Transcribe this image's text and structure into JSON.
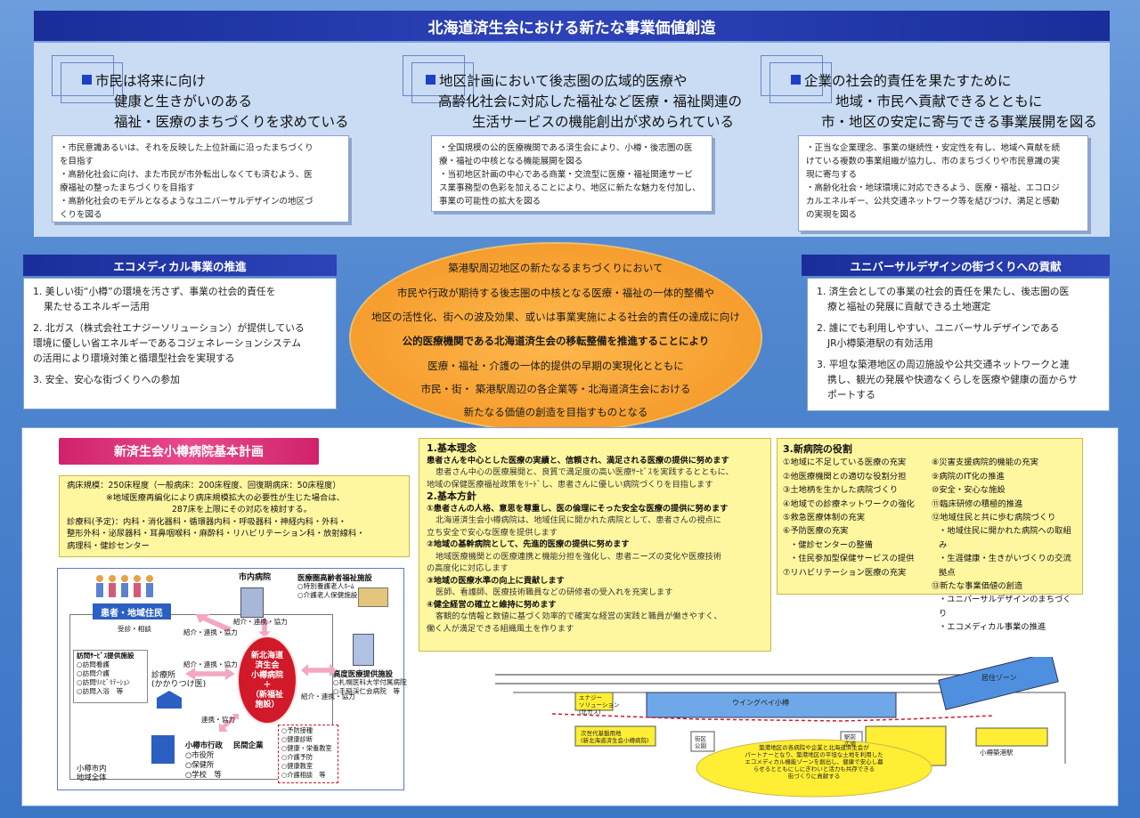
{
  "header": {
    "title": "北海道済生会における新たな事業価値創造"
  },
  "columns": [
    {
      "heading": [
        "市民は将来に向け",
        "健康と生きがいのある",
        "福祉・医療のまちづくりを求めている"
      ],
      "notes": [
        "・市民意識あるいは、それを反映した上位計画に沿ったまちづくり",
        "を目指す",
        "・高齢化社会に向け、また市民が市外転出しなくても済むよう、医",
        "療福祉の整ったまちづくりを目指す",
        "・高齢化社会のモデルとなるようなユニバーサルデザインの地区づ",
        "くりを図る"
      ]
    },
    {
      "heading": [
        "地区計画において後志圏の広域的医療や",
        "高齢化社会に対応した福祉など医療・福祉関連の",
        "生活サービスの機能創出が求められている"
      ],
      "notes": [
        "・全国規模の公的医療機関である済生会により、小樽・後志圏の医",
        "療・福祉の中核となる機能展開を図る",
        "・当初地区計画の中心である商業・交流型に医療・福祉関連サービ",
        "ス業事務型の色彩を加えることにより、地区に新たな魅力を付加し、",
        "事業の可能性の拡大を図る"
      ]
    },
    {
      "heading": [
        "企業の社会的責任を果たすために",
        "地域・市民へ貢献できるとともに",
        "市・地区の安定に寄与できる事業展開を図る"
      ],
      "notes": [
        "・正当な企業理念、事業の継続性・安定性を有し、地域へ貢献を続",
        "けている複数の事業組織が協力し、市のまちづくりや市民意識の実",
        "現に寄与する",
        "・高齢化社会・地球環境に対応できるよう、医療・福祉、エコロジ",
        "カルエネルギー、公共交通ネットワーク等を結びつけ、満足と感動",
        "の実現を図る"
      ]
    }
  ],
  "left_section": {
    "title": "エコメディカル事業の推進",
    "items": [
      [
        "1. 美しい街“小樽”の環境を汚さず、事業の社会的責任を",
        "果たせるエネルギー活用"
      ],
      [
        "2. 北ガス（株式会社エナジーソリューション）が提供している",
        "環境に優しい省エネルギーであるコジェネレーションシステム",
        "の活用により環境対策と循環型社会を実現する"
      ],
      [
        "3. 安全、安心な街づくりへの参加"
      ]
    ]
  },
  "right_section": {
    "title": "ユニバーサルデザインの街づくりへの貢献",
    "items": [
      [
        "1. 済生会としての事業の社会的責任を果たし、後志圏の医",
        "療と福祉の発展に貢献できる土地選定"
      ],
      [
        "2. 誰にでも利用しやすい、ユニバーサルデザインである",
        "JR小樽築港駅の有効活用"
      ],
      [
        "3. 平坦な築港地区の周辺施設や公共交通ネットワークと連",
        "携し、観光の発展や快適なくらしを医療や健康の面からサ",
        "ポートする"
      ]
    ]
  },
  "center": {
    "lines": [
      "築港駅周辺地区の新たなるまちづくりにおいて",
      "市民や行政が期待する後志圏の中核となる医療・福祉の一体的整備や",
      "地区の活性化、街への波及効果、或いは事業実施による社会的責任の達成に向け",
      "公的医療機関である北海道済生会の移転整備を推進することにより",
      "医療・福祉・介護の一体的提供の早期の実現化とともに",
      "市民・街・ 築港駅周辺の各企業等・北海道済生会における",
      "新たなる価値の創造を目指すものとなる"
    ]
  },
  "plan": {
    "title": "新済生会小樽病院基本計画",
    "beds": [
      "病床規模：250床程度（一般病床：200床程度、回復期病床：50床程度）",
      "※地域医療再編化により病床規模拡大の必要性が生じた場合は、",
      "287床を上限にその対応を検討する。",
      "診療科(予定)：内科・消化器科・循環器内科・呼吸器科・神経内科・外科・",
      "整形外科・泌尿器科・耳鼻咽喉科・麻酔科・リハビリテーション科・放射線科・",
      "病理科・健診センター"
    ]
  },
  "principles": {
    "h1": "1.基本理念",
    "p1": "患者さんを中心とした医療の実績と、信頼され、満足される医療の提供に努めます",
    "p1a": [
      "患者さん中心の医療展開と、良質で満足度の高い医療ｻｰﾋﾞｽを実践するとともに、",
      "地域の保健医療福祉政策をﾘｰﾄﾞし、患者さんに優しい病院づくりを目指します"
    ],
    "h2": "2.基本方針",
    "items": [
      {
        "t": "①患者さんの人格、意思を尊重し、医の倫理にそった安全な医療の提供に努めます",
        "d": [
          "北海道済生会小樽病院は、地域住民に開かれた病院として、患者さんの視点に",
          "立ち安全で安心な医療を提供します"
        ]
      },
      {
        "t": "②地域の基幹病院として、先進的医療の提供に努めます",
        "d": [
          "地域医療機関との医療連携と機能分担を強化し、患者ニーズの変化や医療技術",
          "の高度化に対応します"
        ]
      },
      {
        "t": "③地域の医療水準の向上に貢献します",
        "d": [
          "医師、看護師、医療技術職員などの研修者の受入れを充実します"
        ]
      },
      {
        "t": "④健全経営の確立と維持に努めます",
        "d": [
          "客観的な情報と数値に基づく効率的で確実な経営の実践と職員が働きやすく、",
          "働く人が満足できる組織風土を作ります"
        ]
      }
    ]
  },
  "roles": {
    "h": "3.新病院の役割",
    "left": [
      "①地域に不足している医療の充実",
      "②他医療機関との適切な役割分担",
      "③土地柄を生かした病院づくり",
      "④地域での診療ネットワークの強化",
      "⑤救急医療体制の充実",
      "⑥予防医療の充実",
      "・健診センターの整備",
      "・住民参加型保健サービスの提供",
      "⑦リハビリテーション医療の充実"
    ],
    "right": [
      "⑧災害支援病院的機能の充実",
      "⑨病院のIT化の推進",
      "⑩安全・安心な施設",
      "⑪臨床研修の積極的推進",
      "⑫地域住民と共に歩む病院づくり",
      "・地域住民に開かれた病院への取組み",
      "・生涯健康・生きがいづくりの交流拠点",
      "⑬新たな事業価値の創造",
      "・ユニバーサルデザインのまちづくり",
      "・エコメディカル事業の推進"
    ]
  },
  "diagram": {
    "patients": "患者・地域住民",
    "shinryo": "受診・相談",
    "visit_title": "訪問ｻｰﾋﾞｽ提供施設",
    "visit_items": [
      "○訪問看護",
      "○訪問介護",
      "○訪問ﾘﾊﾋﾞﾘﾃｰｼｮﾝ",
      "○訪問入浴　等"
    ],
    "clinic": "診療所",
    "clinic_sub": "(かかりつけ医)",
    "city_hosp": "市内病院",
    "welfare_title": "医療圏高齢者福祉施設",
    "welfare_items": [
      "○特別養護老人ﾎｰﾑ",
      "○介護老人保健施設　等"
    ],
    "adv_title": "高度医療提供施設",
    "adv_items": [
      "○札幌医科大学付属病院",
      "○手稲渓仁会病院　等"
    ],
    "center_label": [
      "新北海道",
      "済生会",
      "小樽病院",
      "＋",
      "（新福祉",
      "施設）"
    ],
    "link1": "紹介・連携・協力",
    "link2": "紹介・連携・協力",
    "link3": "紹介・連携・協力",
    "link4": "紹介・連携・協力",
    "link5": "連携・協力",
    "gov_title": "小樽市行政",
    "gov_items": [
      "○市役所",
      "○保健所",
      "○学校　等"
    ],
    "biz_title": "民間企業",
    "prev_items": [
      "○予防接種",
      "○健康診断",
      "○健康・栄養教室",
      "○介護予防",
      "○健康教室",
      "○介護相談　等"
    ],
    "region": [
      "小樽市内",
      "地域全体"
    ]
  },
  "map": {
    "station": "小樽築港駅",
    "wingbay": "ウイングベイ小樽",
    "residential": "居住ゾーン",
    "energy": [
      "エナジー",
      "ソリューション",
      "(北ガス)"
    ],
    "hospital_site": [
      "次世代基盤用地",
      "(新北海道済生会小樽病院)"
    ],
    "park": [
      "街区",
      "公園"
    ],
    "station_plaza": [
      "駅前",
      "広場"
    ],
    "callout": [
      "築港地区の各病院や企業と北海道済生会が",
      "パートナーとなり、築港地区の平坦な土地を利用した",
      "エコメディカル機能ゾーンを創出し、健康で安心し暮",
      "らせるとともにしにぎわいと活力も共存できる",
      "街づくりに貢献する"
    ]
  },
  "colors": {
    "navy": "#1a2e9a",
    "panel": "#c9dcf3",
    "orange": "#f59b2b",
    "pink": "#d0226a",
    "yellow": "#fff7a0",
    "red": "#d1192a"
  }
}
